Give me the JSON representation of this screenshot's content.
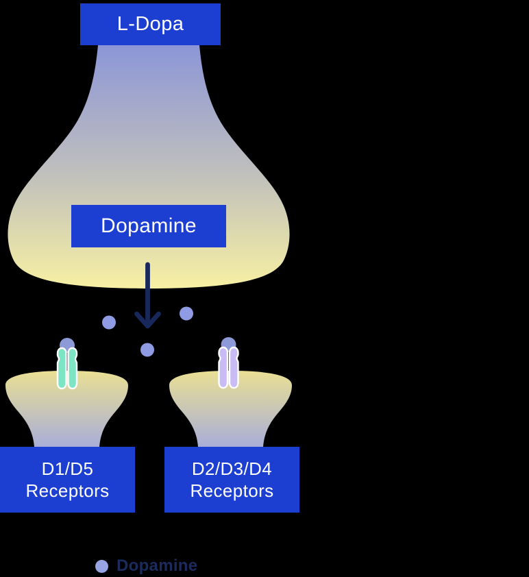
{
  "boxes": {
    "l_dopa": {
      "label": "L-Dopa"
    },
    "dopamine": {
      "label": "Dopamine"
    },
    "d1": {
      "line1": "D1/D5",
      "line2": "Receptors"
    },
    "d2": {
      "line1": "D2/D3/D4",
      "line2": "Receptors"
    }
  },
  "legend": {
    "items": [
      {
        "icon": "dopamine-dot",
        "label": "Dopamine",
        "color": "#98a3e3"
      }
    ]
  },
  "icons": {
    "down_arrow": "down-arrow",
    "d1_receptor": "d1-receptor-channel",
    "d2_receptor": "d2-receptor-channel",
    "dopamine_dot": "dopamine-molecule"
  },
  "colors": {
    "background": "#000000",
    "label_blue": "#1c3fd2",
    "label_text": "#ffffff",
    "navy_arrow_text": "#18285c",
    "presynaptic_top": "#8c96d7",
    "presynaptic_bottom": "#f7f0a3",
    "postsynaptic_top": "#e9df93",
    "postsynaptic_bottom": "#a9aed8",
    "receptor_d1_teal": "#7de4c4",
    "receptor_d2_lavender": "#c9bcf4",
    "dopamine_dot": "#8f9ce3",
    "docked_dot": "#8e99d8"
  }
}
